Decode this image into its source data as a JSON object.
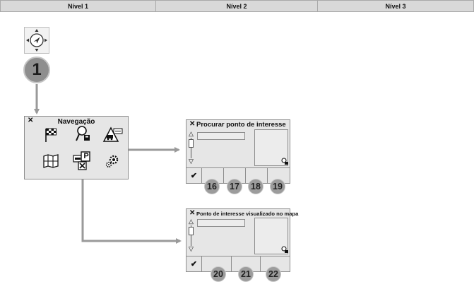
{
  "header": {
    "columns": [
      "Nível 1",
      "Nível 2",
      "Nível 3"
    ]
  },
  "step_callout": "1",
  "nav_menu": {
    "close": "✕",
    "title": "Navegação",
    "parking_letter": "P"
  },
  "screen_poi_search": {
    "close": "✕",
    "title": "Procurar ponto de interesse",
    "scroll_up": "△",
    "scroll_down": "▽",
    "confirm": "✔",
    "callouts": [
      "16",
      "17",
      "18",
      "19"
    ]
  },
  "screen_poi_map": {
    "close": "✕",
    "title": "Ponto de interesse visualizado no mapa",
    "scroll_up": "△",
    "scroll_down": "▽",
    "confirm": "✔",
    "callouts": [
      "20",
      "21",
      "22"
    ]
  },
  "colors": {
    "panel": "#e6e6e6",
    "connector": "#9a9a9a",
    "callout": "#9c9c9c",
    "header": "#d9d9d9"
  },
  "icons": [
    "navigation-joystick-icon",
    "destination-flag-icon",
    "search-poi-icon",
    "traffic-icon",
    "map-icon",
    "parking-icon",
    "settings-icon",
    "poi-marker-icon"
  ]
}
